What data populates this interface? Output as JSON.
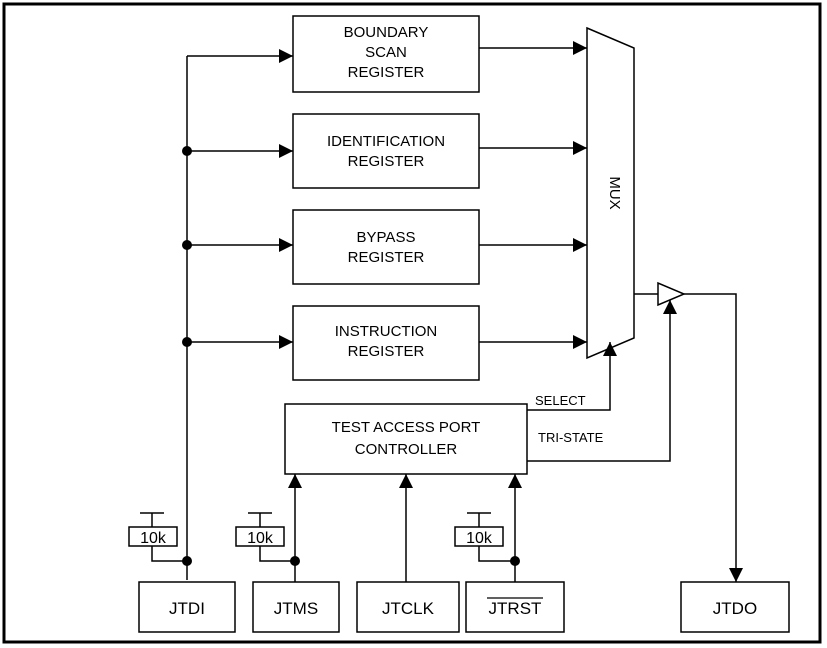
{
  "registers": {
    "boundary_scan": [
      "BOUNDARY",
      "SCAN",
      "REGISTER"
    ],
    "identification": [
      "IDENTIFICATION",
      "REGISTER"
    ],
    "bypass": [
      "BYPASS",
      "REGISTER"
    ],
    "instruction": [
      "INSTRUCTION",
      "REGISTER"
    ]
  },
  "mux_label": "MUX",
  "tap_controller": [
    "TEST ACCESS PORT",
    "CONTROLLER"
  ],
  "signals": {
    "select": "SELECT",
    "tri_state": "TRI-STATE"
  },
  "pins": {
    "jtdi": "JTDI",
    "jtms": "JTMS",
    "jtclk": "JTCLK",
    "jtrst": "JTRST",
    "jtdo": "JTDO"
  },
  "resistor_value": "10k"
}
